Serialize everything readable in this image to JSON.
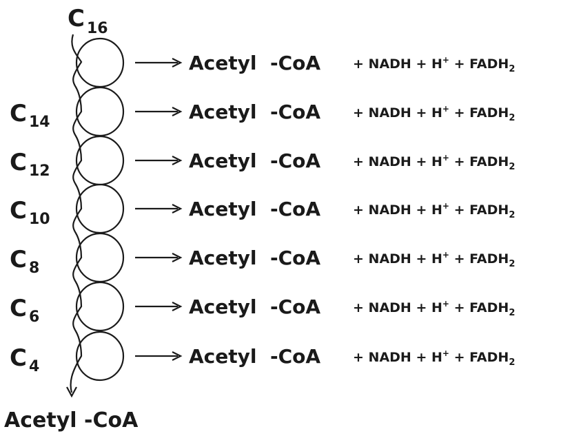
{
  "start_chain": {
    "letter": "C",
    "subscript": "16"
  },
  "cycles": [
    {
      "carbon_letter": "",
      "carbon_subscript": "",
      "product_acetyl": "Acetyl",
      "product_coa": "-CoA",
      "coproducts": {
        "plus1": "+",
        "nadh": "NADH",
        "plus2": "+",
        "h": "H",
        "h_charge": "+",
        "plus3": "+",
        "fadh": "FADH",
        "fadh_subscript": "2"
      }
    },
    {
      "carbon_letter": "C",
      "carbon_subscript": "14",
      "product_acetyl": "Acetyl",
      "product_coa": "-CoA",
      "coproducts": {
        "plus1": "+",
        "nadh": "NADH",
        "plus2": "+",
        "h": "H",
        "h_charge": "+",
        "plus3": "+",
        "fadh": "FADH",
        "fadh_subscript": "2"
      }
    },
    {
      "carbon_letter": "C",
      "carbon_subscript": "12",
      "product_acetyl": "Acetyl",
      "product_coa": "-CoA",
      "coproducts": {
        "plus1": "+",
        "nadh": "NADH",
        "plus2": "+",
        "h": "H",
        "h_charge": "+",
        "plus3": "+",
        "fadh": "FADH",
        "fadh_subscript": "2"
      }
    },
    {
      "carbon_letter": "C",
      "carbon_subscript": "10",
      "product_acetyl": "Acetyl",
      "product_coa": "-CoA",
      "coproducts": {
        "plus1": "+",
        "nadh": "NADH",
        "plus2": "+",
        "h": "H",
        "h_charge": "+",
        "plus3": "+",
        "fadh": "FADH",
        "fadh_subscript": "2"
      }
    },
    {
      "carbon_letter": "C",
      "carbon_subscript": "8",
      "product_acetyl": "Acetyl",
      "product_coa": "-CoA",
      "coproducts": {
        "plus1": "+",
        "nadh": "NADH",
        "plus2": "+",
        "h": "H",
        "h_charge": "+",
        "plus3": "+",
        "fadh": "FADH",
        "fadh_subscript": "2"
      }
    },
    {
      "carbon_letter": "C",
      "carbon_subscript": "6",
      "product_acetyl": "Acetyl",
      "product_coa": "-CoA",
      "coproducts": {
        "plus1": "+",
        "nadh": "NADH",
        "plus2": "+",
        "h": "H",
        "h_charge": "+",
        "plus3": "+",
        "fadh": "FADH",
        "fadh_subscript": "2"
      }
    },
    {
      "carbon_letter": "C",
      "carbon_subscript": "4",
      "product_acetyl": "Acetyl",
      "product_coa": "-CoA",
      "coproducts": {
        "plus1": "+",
        "nadh": "NADH",
        "plus2": "+",
        "h": "H",
        "h_charge": "+",
        "plus3": "+",
        "fadh": "FADH",
        "fadh_subscript": "2"
      }
    }
  ],
  "final_product": {
    "acetyl": "Acetyl",
    "coa": "-CoA"
  },
  "colors": {
    "text": "#1a1a1a",
    "acetyl": "#2a1420",
    "background": "#ffffff"
  }
}
